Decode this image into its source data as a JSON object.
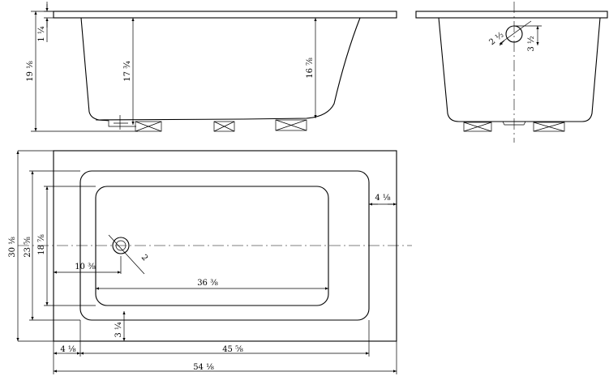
{
  "side_view": {
    "rim_thickness": "1 ¼",
    "overall_height": "19 ⅛",
    "inner_depth": "17 ¾",
    "depth_at_slope": "16 ⅞"
  },
  "end_view": {
    "drain_diameter": "2 ½",
    "drain_height": "3 ½"
  },
  "plan_view": {
    "overall_width": "30 ⅛",
    "inner_width": "23 ⅝",
    "basin_width": "18 ⅞",
    "overall_length": "54 ⅛",
    "inner_length": "45 ⅝",
    "basin_length": "36 ⅜",
    "drain_offset": "10 ⅜",
    "drain_size": "2",
    "deck_end": "4 ⅛",
    "deck_side": "4 ⅛",
    "deck_front": "3 ¼"
  }
}
